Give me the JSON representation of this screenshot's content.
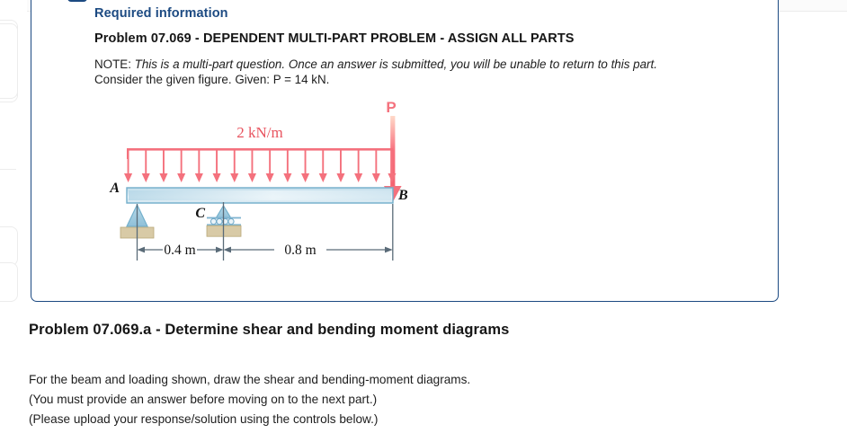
{
  "card": {
    "required_label": "Required information",
    "problem_title": "Problem 07.069 - DEPENDENT MULTI-PART PROBLEM - ASSIGN ALL PARTS",
    "note_label": "NOTE:",
    "note_italic": "This is a multi-part question. Once an answer is submitted, you will be unable to return to this part.",
    "note_line2": "Consider the given figure. Given: P = 14 kN.",
    "border_color": "#1c4a82"
  },
  "figure": {
    "distributed_load_label": "2 kN/m",
    "point_load_label": "P",
    "node_a": "A",
    "node_b": "B",
    "node_c": "C",
    "dim_left": "0.4 m",
    "dim_right": "0.8 m",
    "load_color": "#f4717d",
    "beam_fill_light": "#e8f2f8",
    "beam_fill_mid": "#bcd9e8",
    "beam_stroke": "#5d9fc0",
    "support_fill": "#9ec9de",
    "ground_fill": "#d6c9a8",
    "dim_color": "#5a6b78",
    "arrow_count": 16
  },
  "part": {
    "heading": "Problem 07.069.a - Determine shear and bending moment diagrams",
    "line1": "For the beam and loading shown, draw the shear and bending-moment diagrams.",
    "line2": "(You must provide an answer before moving on to the next part.)",
    "line3": "(Please upload your response/solution using the controls below.)"
  }
}
